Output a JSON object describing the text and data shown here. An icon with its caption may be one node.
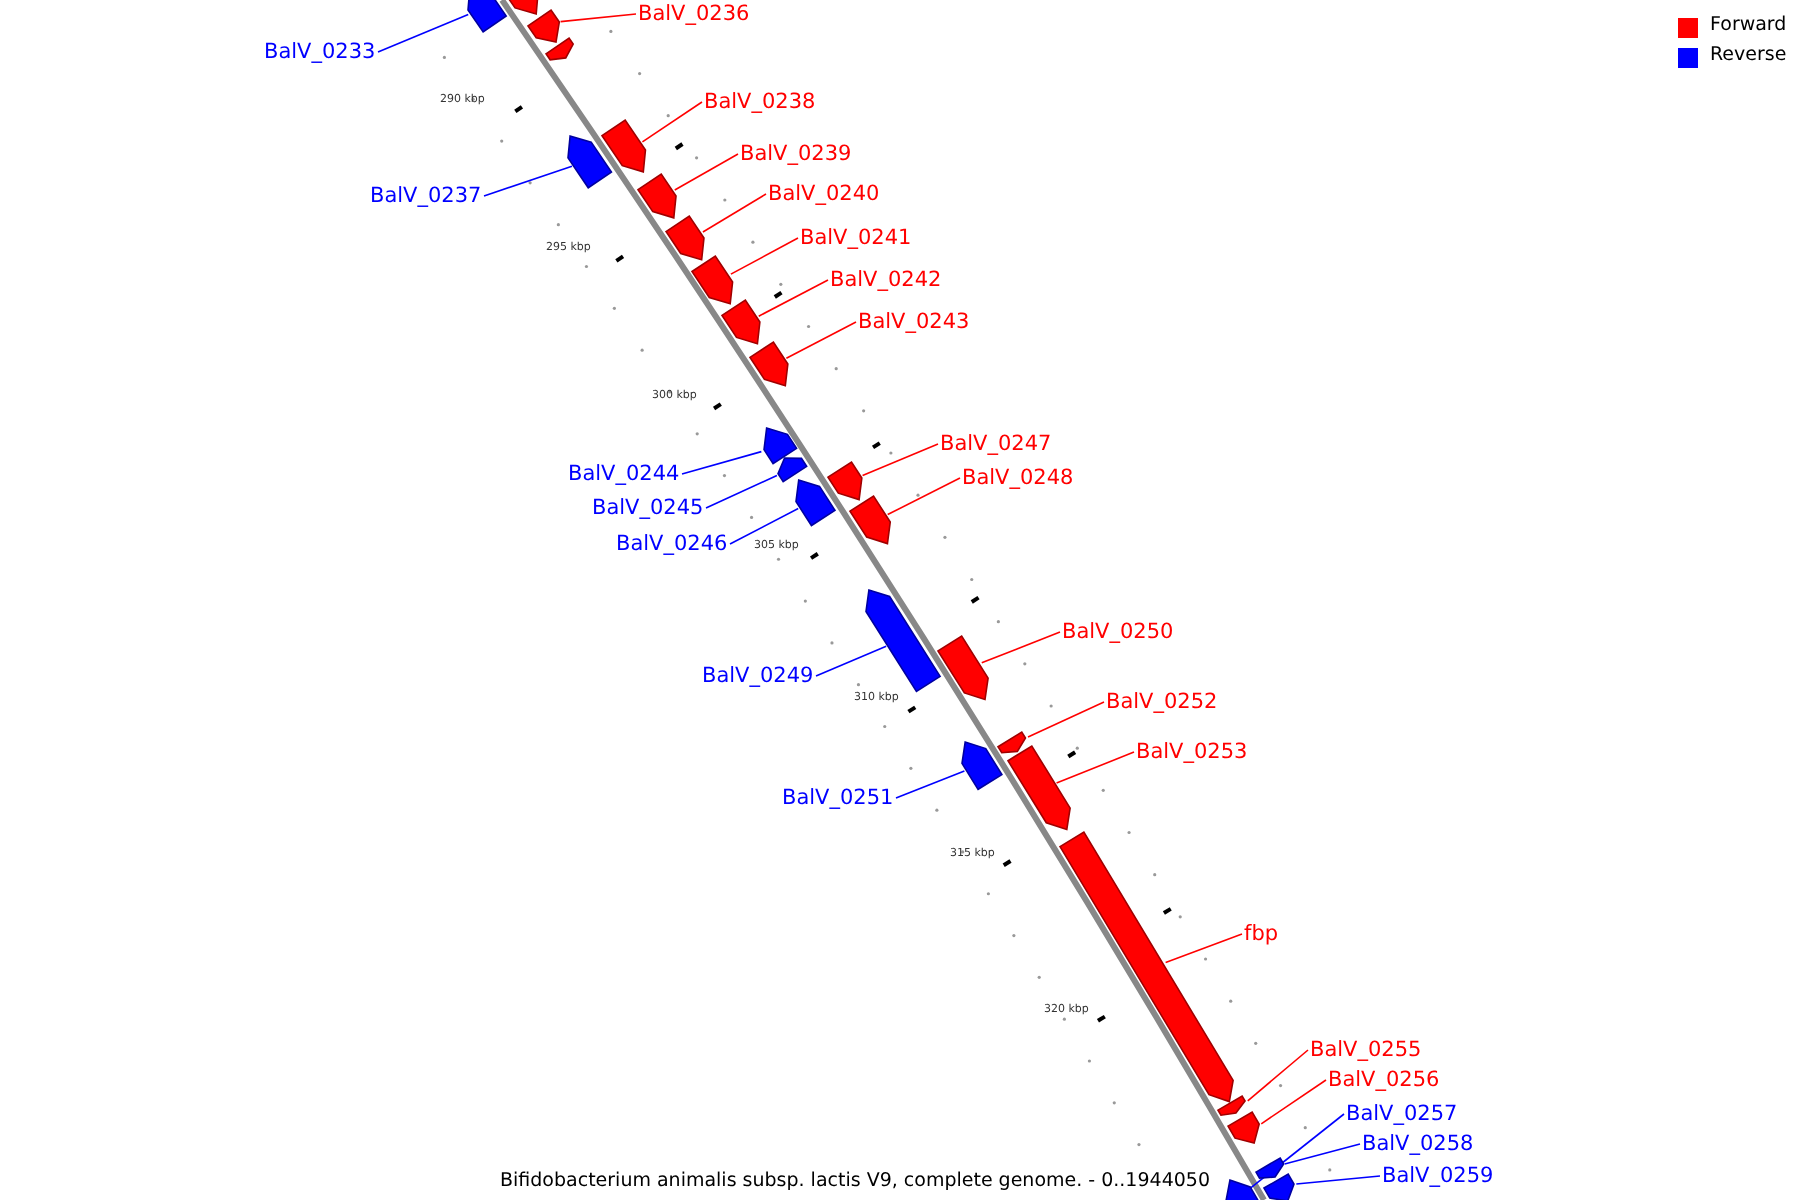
{
  "diagram": {
    "caption": "Bifidobacterium animalis subsp. lactis V9, complete genome. - 0..1944050",
    "nodes": [
      {
        "text": [
          "BalV_0233"
        ]
      },
      {
        "text": [],
        "shape": "bar"
      },
      {
        "text": [],
        "shape": "bar"
      },
      {
        "text": [
          "BalV_0236"
        ]
      },
      {
        "text": [],
        "shape": "bar"
      },
      {
        "text": [],
        "shape": "bar"
      },
      {
        "text": [
          "BalV_0237"
        ]
      },
      {
        "text": [],
        "shape": "bar"
      },
      {
        "text": [
          "BalV_0238"
        ]
      },
      {
        "text": [],
        "shape": "bar"
      },
      {
        "text": [
          "BalV_0239"
        ]
      },
      {
        "text": [],
        "shape": "bar"
      },
      {
        "text": [
          "BalV_0240"
        ]
      },
      {
        "text": [],
        "shape": "bar"
      },
      {
        "text": [
          "BalV_0241"
        ]
      },
      {
        "text": [],
        "shape": "bar"
      },
      {
        "text": [
          "BalV_0242"
        ]
      },
      {
        "text": [],
        "shape": "bar"
      },
      {
        "text": [
          "BalV_0243"
        ]
      },
      {
        "text": [],
        "shape": "bar"
      },
      {
        "text": [
          "BalV_0244"
        ]
      },
      {
        "text": [],
        "shape": "bar"
      },
      {
        "text": [
          "BalV_0245"
        ]
      },
      {
        "text": [],
        "shape": "bar"
      },
      {
        "text": [
          "BalV_0246"
        ]
      },
      {
        "text": [],
        "shape": "bar"
      },
      {
        "text": [
          "BalV_0247"
        ]
      },
      {
        "text": [],
        "shape": "bar"
      },
      {
        "text": [
          "BalV_0248"
        ]
      },
      {
        "text": [],
        "shape": "bar"
      },
      {
        "text": [
          "BalV_0249"
        ]
      },
      {
        "text": [],
        "shape": "bar"
      },
      {
        "text": [
          "BalV_0250"
        ]
      },
      {
        "text": [],
        "shape": "bar"
      },
      {
        "text": [
          "BalV_0251"
        ]
      },
      {
        "text": [],
        "shape": "bar"
      },
      {
        "text": [
          "BalV_0252"
        ]
      },
      {
        "text": [],
        "shape": "bar"
      },
      {
        "text": [
          "BalV_0253"
        ]
      },
      {
        "text": [],
        "shape": "bar"
      },
      {
        "text": [
          "fbp"
        ]
      },
      {
        "text": [],
        "shape": "bar"
      },
      {
        "text": [
          "BalV_0255"
        ]
      },
      {
        "text": [],
        "shape": "bar"
      },
      {
        "text": [
          "BalV_0256"
        ]
      },
      {
        "text": [],
        "shape": "bar"
      },
      {
        "text": [
          "BalV_0257"
        ]
      },
      {
        "text": [],
        "shape": "bar"
      },
      {
        "text": [
          "BalV_0258"
        ]
      },
      {
        "text": [],
        "shape": "bar"
      },
      {
        "text": [
          "BalV_0259"
        ]
      },
      {
        "text": [],
        "shape": "bar"
      }
    ],
    "edges": [
      {
        "from": 0,
        "to": 1,
        "arrow": "none",
        "color": "#0000ff"
      },
      {
        "from": 3,
        "to": 4,
        "arrow": "none"
      },
      {
        "from": 6,
        "to": 7,
        "arrow": "none",
        "color": "#0000ff"
      },
      {
        "from": 8,
        "to": 9,
        "arrow": "none"
      },
      {
        "from": 10,
        "to": 11,
        "arrow": "none"
      },
      {
        "from": 12,
        "to": 13,
        "arrow": "none"
      },
      {
        "from": 14,
        "to": 15,
        "arrow": "none"
      },
      {
        "from": 16,
        "to": 17,
        "arrow": "none"
      },
      {
        "from": 18,
        "to": 19,
        "arrow": "none"
      },
      {
        "from": 20,
        "to": 21,
        "arrow": "none",
        "color": "#0000ff"
      },
      {
        "from": 22,
        "to": 23,
        "arrow": "none",
        "color": "#0000ff"
      },
      {
        "from": 24,
        "to": 25,
        "arrow": "none",
        "color": "#0000ff"
      },
      {
        "from": 26,
        "to": 27,
        "arrow": "none"
      },
      {
        "from": 28,
        "to": 29,
        "arrow": "none"
      },
      {
        "from": 30,
        "to": 31,
        "arrow": "none",
        "color": "#0000ff"
      },
      {
        "from": 32,
        "to": 33,
        "arrow": "none"
      },
      {
        "from": 34,
        "to": 35,
        "arrow": "none",
        "color": "#0000ff"
      },
      {
        "from": 36,
        "to": 37,
        "arrow": "none"
      },
      {
        "from": 38,
        "to": 39,
        "arrow": "none"
      },
      {
        "from": 40,
        "to": 41,
        "arrow": "none"
      },
      {
        "from": 42,
        "to": 43,
        "arrow": "none"
      },
      {
        "from": 44,
        "to": 45,
        "arrow": "none"
      },
      {
        "from": 46,
        "to": 47,
        "arrow": "none",
        "color": "#0000ff"
      },
      {
        "from": 48,
        "to": 49,
        "arrow": "none",
        "color": "#0000ff"
      },
      {
        "from": 50,
        "to": 51,
        "arrow": "none",
        "color": "#0000ff"
      }
    ],
    "labels": [
      "290 kbp",
      "295 kbp",
      "300 kbp",
      "305 kbp",
      "310 kbp",
      "315 kbp",
      "320 kbp"
    ],
    "legend": [
      {
        "text": "Forward",
        "color": "#ff0000"
      },
      {
        "text": "Reverse",
        "color": "#0000ff"
      }
    ]
  }
}
